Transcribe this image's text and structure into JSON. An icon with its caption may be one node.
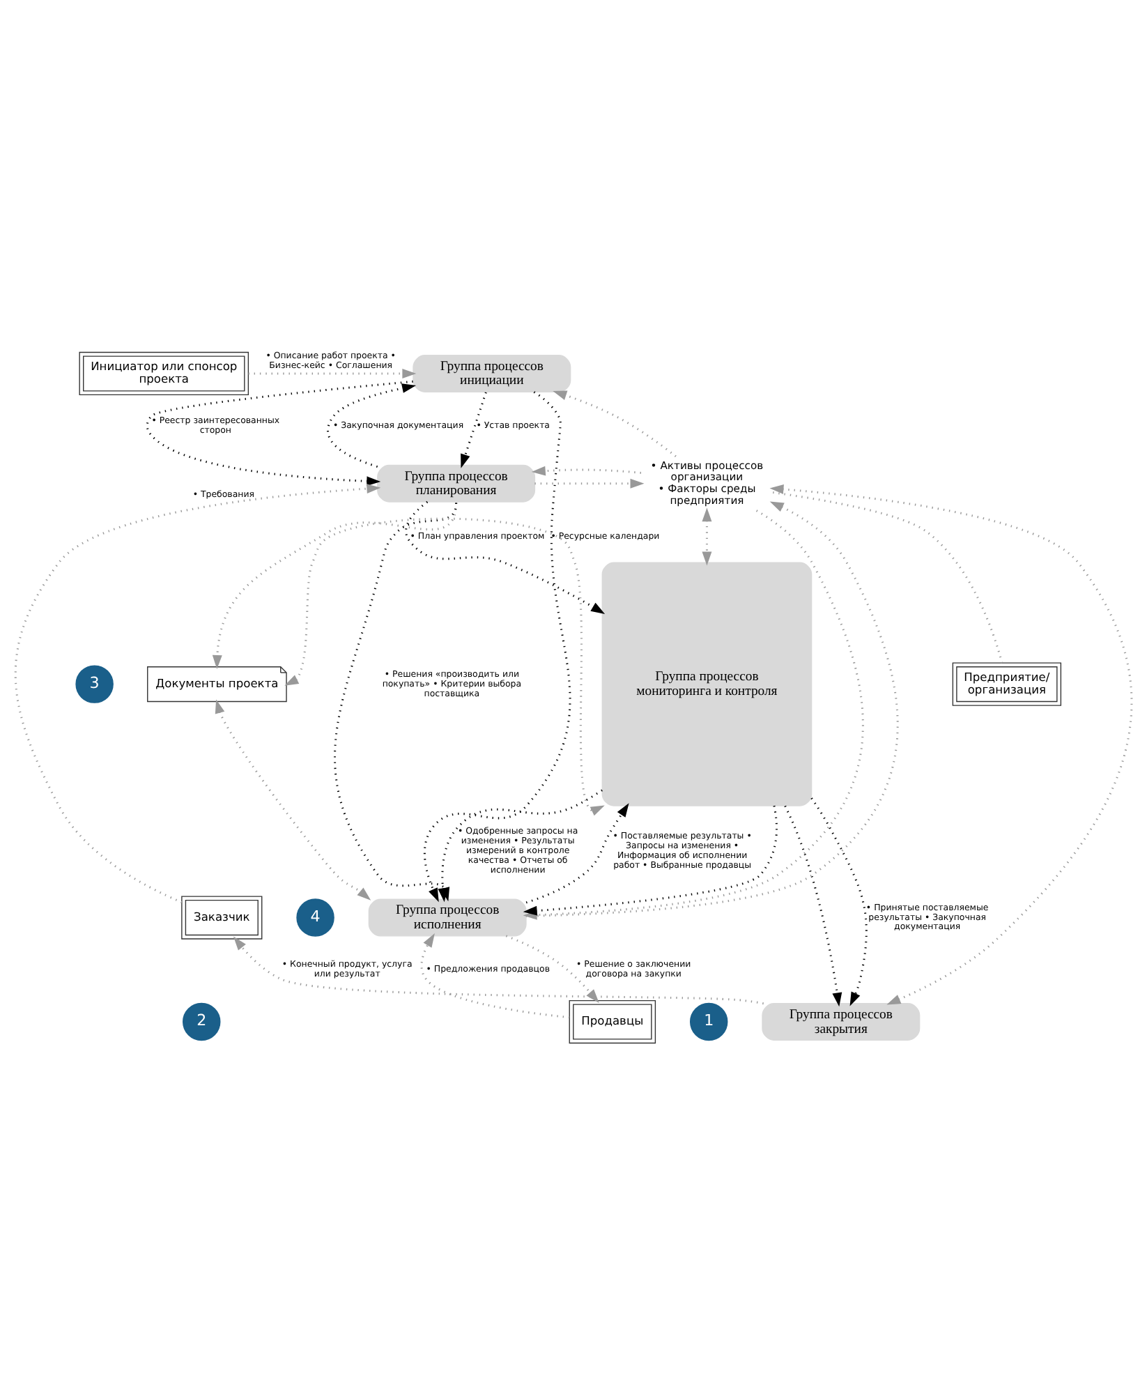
{
  "diagram": {
    "nodes": [
      {
        "text": [
          "Инициатор или спонсор проекта"
        ]
      },
      {
        "text": [
          "Группа процессов инициации"
        ]
      },
      {
        "text": [
          "Группа процессов планирования"
        ]
      },
      {
        "text": [
          "• Активы процессов организации",
          "• Факторы среды предприятия"
        ]
      },
      {
        "text": [
          "Предприятие/ организация"
        ]
      },
      {
        "text": [
          "Документы проекта"
        ]
      },
      {
        "text": [
          "Группа процессов мониторинга и контроля"
        ]
      },
      {
        "text": [
          "Заказчик"
        ]
      },
      {
        "text": [
          "Группа процессов исполнения"
        ]
      },
      {
        "text": [
          "Продавцы"
        ]
      },
      {
        "text": [
          "Группа процессов закрытия"
        ]
      }
    ],
    "edges": [
      {
        "from": 0,
        "to": 1,
        "arrow": "to",
        "label": "• Описание работ проекта • Бизнес-кейс • Соглашения"
      },
      {
        "from": 3,
        "to": 1,
        "arrow": "to"
      },
      {
        "from": 1,
        "to": 2,
        "arrow": "to",
        "label": "• Устав проекта",
        "color": "#000000"
      },
      {
        "from": 1,
        "to": 2,
        "arrow": "to",
        "label": "• Реестр заинтересованных сторон",
        "color": "#000000"
      },
      {
        "from": 2,
        "to": 1,
        "arrow": "to",
        "label": "• Закупочная документация",
        "color": "#000000"
      },
      {
        "from": 1,
        "to": 8,
        "arrow": "to",
        "label": "• Ресурсные календари",
        "color": "#000000"
      },
      {
        "from": 2,
        "to": 3,
        "arrow": "to"
      },
      {
        "from": 3,
        "to": 2,
        "arrow": "to"
      },
      {
        "from": 8,
        "to": 3,
        "arrow": "to"
      },
      {
        "from": 3,
        "to": 6,
        "arrow": "both"
      },
      {
        "from": 3,
        "to": 10,
        "arrow": "both"
      },
      {
        "from": 4,
        "to": 3,
        "arrow": "none"
      },
      {
        "from": 7,
        "to": 2,
        "arrow": "to",
        "label": "• Требования"
      },
      {
        "from": 3,
        "to": 8,
        "arrow": "to"
      },
      {
        "from": 2,
        "to": 5,
        "arrow": "to"
      },
      {
        "from": 5,
        "to": 8,
        "arrow": "both"
      },
      {
        "from": 5,
        "to": 6,
        "arrow": "both"
      },
      {
        "from": 2,
        "to": 6,
        "arrow": "to",
        "label": "• План управления проектом",
        "color": "#000000"
      },
      {
        "from": 2,
        "to": 8,
        "arrow": "to",
        "label": "• Решения «производить или покупать» • Критерии выбора поставщика",
        "color": "#000000"
      },
      {
        "from": 6,
        "to": 8,
        "arrow": "to",
        "color": "#000000"
      },
      {
        "from": 6,
        "to": 8,
        "arrow": "to",
        "label": "• Одобренные запросы на изменения • Результаты измерений в контроле качества • Отчеты об исполнении",
        "color": "#000000"
      },
      {
        "from": 8,
        "to": 6,
        "arrow": "to",
        "label": "• Поставляемые результаты • Запросы на изменения • Информация об исполнении работ • Выбранные продавцы",
        "color": "#000000"
      },
      {
        "from": 6,
        "to": 10,
        "arrow": "to",
        "color": "#000000"
      },
      {
        "from": 6,
        "to": 10,
        "arrow": "to",
        "label": "• Принятые поставляемые результаты • Закупочная документация",
        "color": "#000000"
      },
      {
        "from": 9,
        "to": 8,
        "arrow": "to",
        "label": "• Предложения продавцов"
      },
      {
        "from": 8,
        "to": 9,
        "arrow": "to",
        "label": "• Решение о заключении договора на закупки"
      },
      {
        "from": 10,
        "to": 7,
        "arrow": "to",
        "label": "• Конечный продукт, услуга или результат"
      }
    ],
    "labels": [
      "3",
      "4",
      "2",
      "1"
    ]
  }
}
